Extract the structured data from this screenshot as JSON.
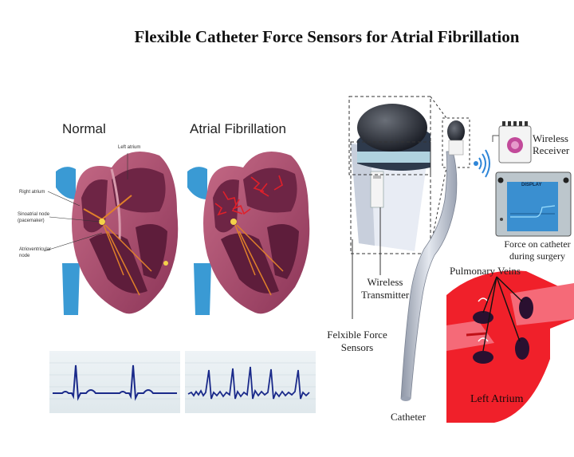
{
  "title": "Flexible Catheter Force Sensors for Atrial Fibrillation",
  "left_panel": {
    "normal_label": "Normal",
    "af_label": "Atrial Fibrillation",
    "anatomy": {
      "left_atrium": "Left atrium",
      "right_atrium": "Right atrium",
      "sa_node_line1": "Sinoatrial node",
      "sa_node_line2": "(pacemaker)",
      "av_node_line1": "Atrioventricular",
      "av_node_line2": "node"
    }
  },
  "right_panel": {
    "wireless_receiver_line1": "Wireless",
    "wireless_receiver_line2": "Receiver",
    "display_label": "DISPLAY",
    "force_caption_line1": "Force on catheter",
    "force_caption_line2": "during surgery",
    "pulmonary_veins": "Pulmonary Veins",
    "wireless_transmitter_line1": "Wireless",
    "wireless_transmitter_line2": "Transmitter",
    "force_sensors_line1": "Felxible Force",
    "force_sensors_line2": "Sensors",
    "catheter": "Catheter",
    "left_atrium": "Left Atrium"
  },
  "colors": {
    "heart_outer": "#b0506e",
    "heart_inner": "#6e2545",
    "vessel_blue": "#3a9ad4",
    "atrium_red": "#f0202a",
    "vein_pink": "#f56a78",
    "ecg_blue": "#1a2a8a",
    "display_blue": "#3a8fd0"
  }
}
